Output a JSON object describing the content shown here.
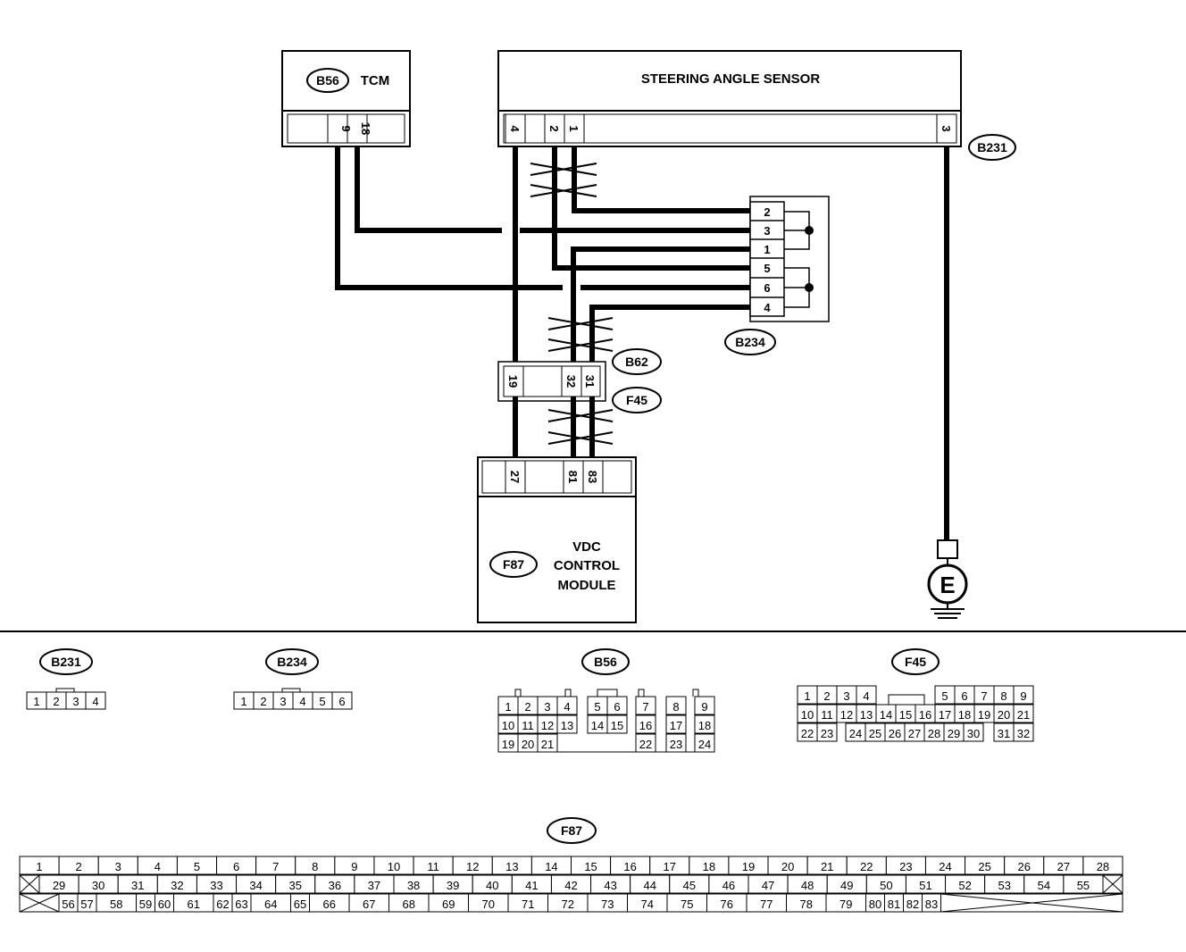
{
  "tcm": {
    "ref": "B56",
    "name": "TCM",
    "pins": [
      "9",
      "18"
    ]
  },
  "sas": {
    "name": "STEERING ANGLE SENSOR",
    "ref": "B231",
    "pins": [
      "4",
      "2",
      "1",
      "3"
    ]
  },
  "joint": {
    "ref": "B234",
    "pins": [
      "2",
      "3",
      "1",
      "5",
      "6",
      "4"
    ]
  },
  "inline": {
    "ref_top": "B62",
    "ref_bottom": "F45",
    "pins": [
      "19",
      "32",
      "31"
    ]
  },
  "vdc": {
    "ref": "F87",
    "line1": "VDC",
    "line2": "CONTROL",
    "line3": "MODULE",
    "pins": [
      "27",
      "81",
      "83"
    ]
  },
  "ground": {
    "label": "E"
  },
  "connector_views": {
    "b231": {
      "ref": "B231",
      "rows": [
        [
          "1",
          "2",
          "3",
          "4"
        ]
      ]
    },
    "b234": {
      "ref": "B234",
      "rows": [
        [
          "1",
          "2",
          "3",
          "4",
          "5",
          "6"
        ]
      ]
    },
    "b56": {
      "ref": "B56",
      "row1": [
        "1",
        "2",
        "3",
        "4",
        "5",
        "6",
        "7",
        "8",
        "9"
      ],
      "row2": [
        "10",
        "11",
        "12",
        "13",
        "14",
        "15",
        "16",
        "17",
        "18"
      ],
      "row3": [
        "19",
        "20",
        "21",
        "22",
        "23",
        "24"
      ]
    },
    "f45": {
      "ref": "F45",
      "row1": [
        "1",
        "2",
        "3",
        "4",
        "5",
        "6",
        "7",
        "8",
        "9"
      ],
      "row2": [
        "10",
        "11",
        "12",
        "13",
        "14",
        "15",
        "16",
        "17",
        "18",
        "19",
        "20",
        "21"
      ],
      "row3": [
        "22",
        "23",
        "24",
        "25",
        "26",
        "27",
        "28",
        "29",
        "30",
        "31",
        "32"
      ]
    },
    "f87": {
      "ref": "F87",
      "row1": [
        "1",
        "2",
        "3",
        "4",
        "5",
        "6",
        "7",
        "8",
        "9",
        "10",
        "11",
        "12",
        "13",
        "14",
        "15",
        "16",
        "17",
        "18",
        "19",
        "20",
        "21",
        "22",
        "23",
        "24",
        "25",
        "26",
        "27",
        "28"
      ],
      "row2": [
        "29",
        "30",
        "31",
        "32",
        "33",
        "34",
        "35",
        "36",
        "37",
        "38",
        "39",
        "40",
        "41",
        "42",
        "43",
        "44",
        "45",
        "46",
        "47",
        "48",
        "49",
        "50",
        "51",
        "52",
        "53",
        "54",
        "55"
      ],
      "row3": [
        "56",
        "57",
        "58",
        "59",
        "60",
        "61",
        "62",
        "63",
        "64",
        "65",
        "66",
        "67",
        "68",
        "69",
        "70",
        "71",
        "72",
        "73",
        "74",
        "75",
        "76",
        "77",
        "78",
        "79",
        "80",
        "81",
        "82",
        "83"
      ]
    }
  }
}
